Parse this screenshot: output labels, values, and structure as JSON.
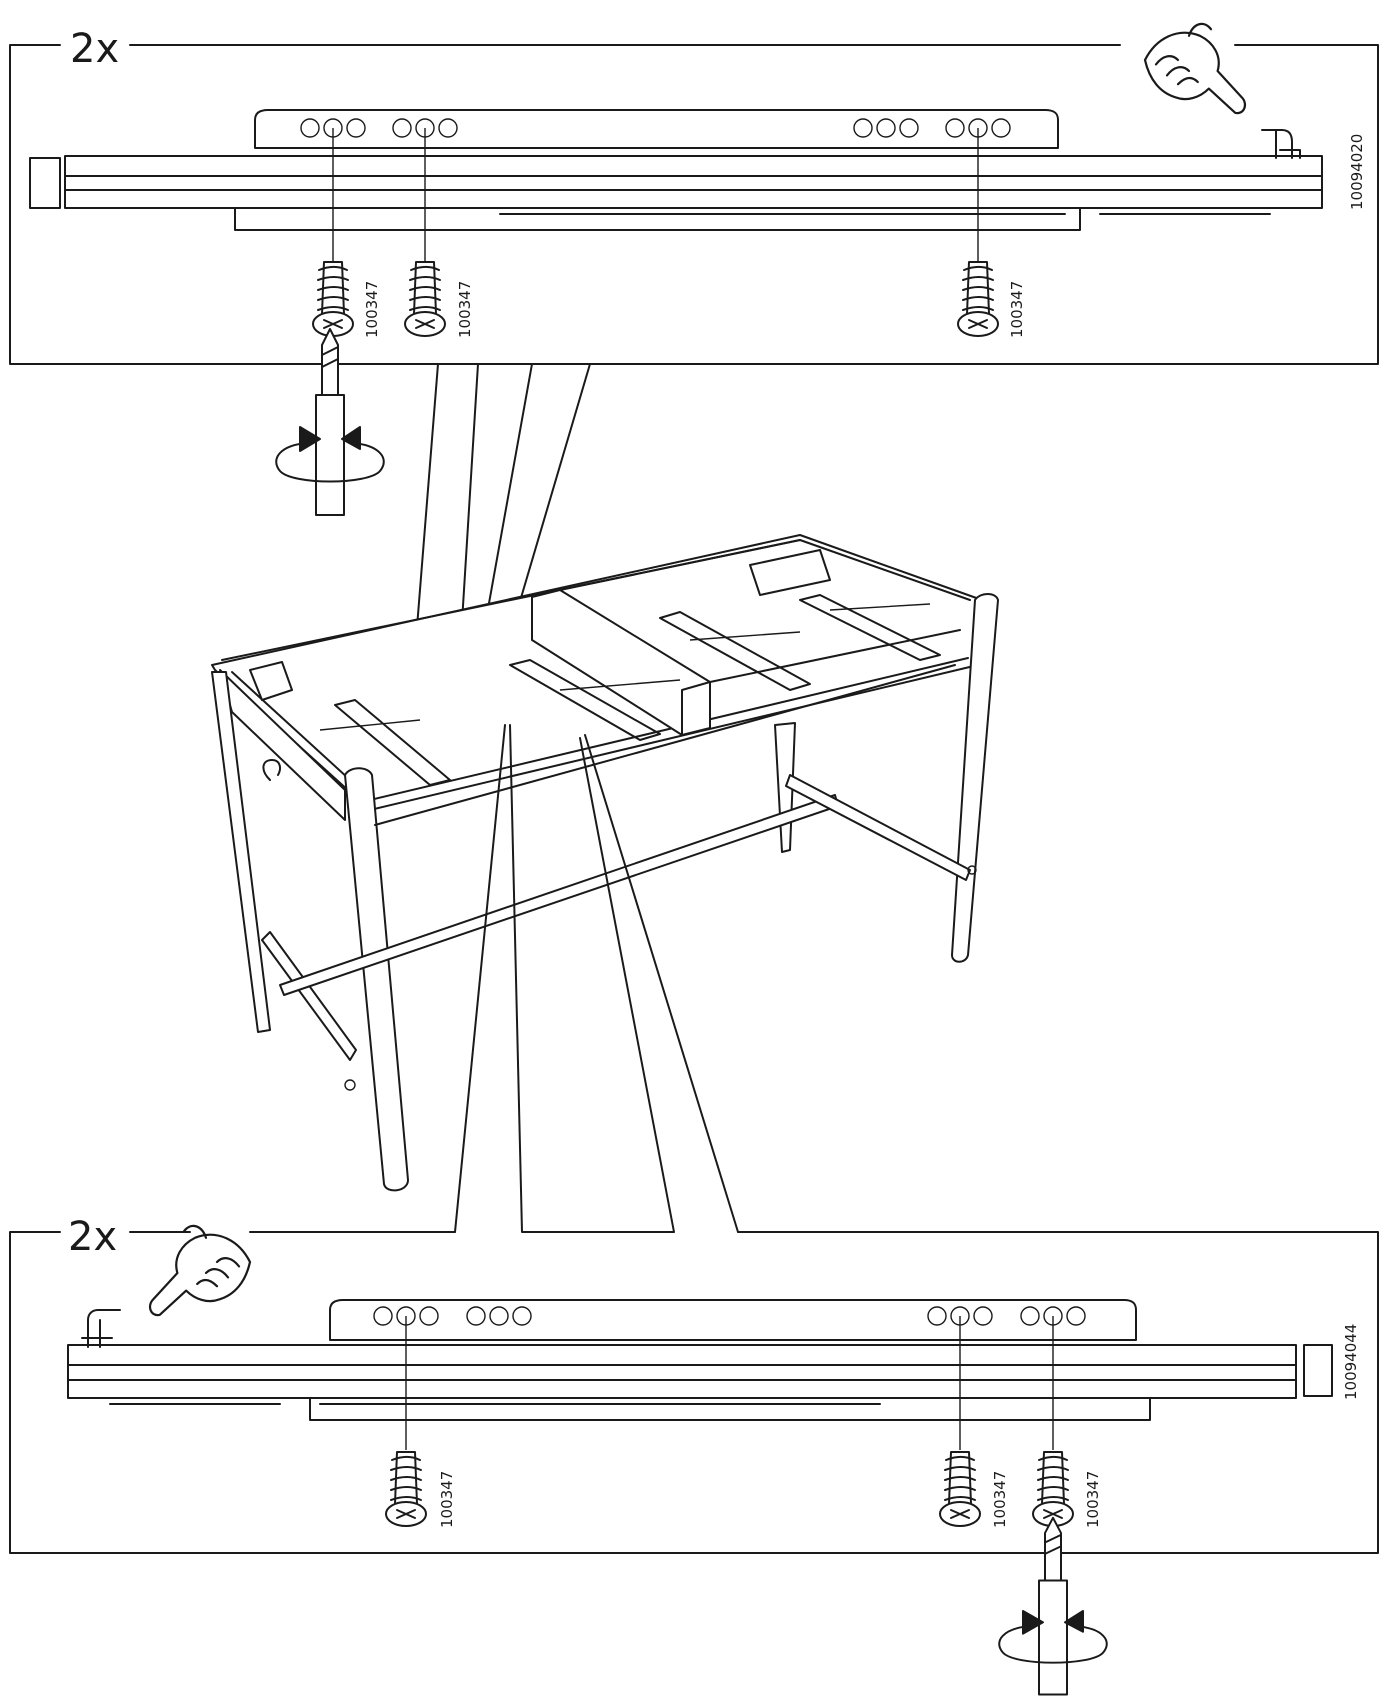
{
  "top_panel": {
    "quantity": "2x",
    "part_number": "10094020",
    "screws": [
      {
        "part_number": "100347"
      },
      {
        "part_number": "100347"
      },
      {
        "part_number": "100347"
      }
    ]
  },
  "bottom_panel": {
    "quantity": "2x",
    "part_number": "10094044",
    "screws": [
      {
        "part_number": "100347"
      },
      {
        "part_number": "100347"
      },
      {
        "part_number": "100347"
      }
    ]
  },
  "icons": {
    "top_hand": "pointing-hand-icon",
    "bottom_hand": "pointing-hand-icon",
    "top_screwdriver": "screwdriver-rotate-icon",
    "bottom_screwdriver": "screwdriver-rotate-icon"
  }
}
